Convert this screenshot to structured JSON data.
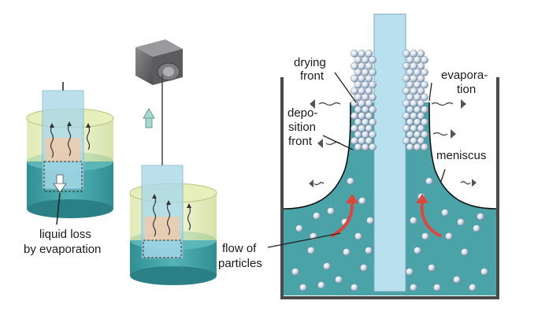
{
  "labels": {
    "liquid_loss_line1": "liquid loss",
    "liquid_loss_line2": "by evaporation",
    "drying_front_line1": "drying",
    "drying_front_line2": "front",
    "deposition_front_line1": "depo-",
    "deposition_front_line2": "sition",
    "deposition_front_line3": "front",
    "evaporation_line1": "evapora-",
    "evaporation_line2": "tion",
    "meniscus": "meniscus",
    "flow_line1": "flow of",
    "flow_line2": "particles"
  },
  "colors": {
    "liquid": "#4aa3a6",
    "liquid_dark": "#2f8a8e",
    "substrate": "#a9d9ea",
    "beaker_wall": "#4a4a4a",
    "particle": "#dde6f0",
    "flow_arrow": "#e0443a",
    "lift_arrow": "#a8d8d0",
    "motor": "#6f6f70",
    "film": "#f2c9a8",
    "cylinder_top": "#dfe8a6"
  },
  "icons": {
    "motor": "motor-icon",
    "lift_arrow": "up-arrow-icon",
    "evaporation_arrow": "squiggle-arrow-icon",
    "flow_arrow": "curved-arrow-icon"
  }
}
